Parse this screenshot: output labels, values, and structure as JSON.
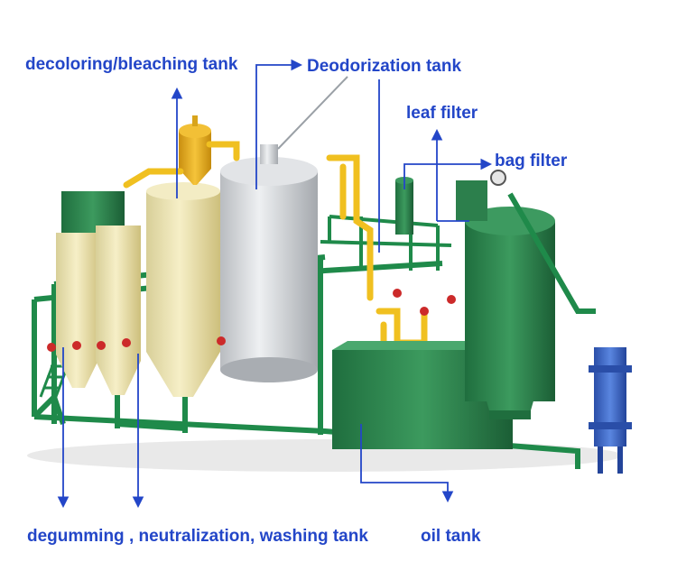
{
  "labels": {
    "decoloring": "decoloring/bleaching tank",
    "deodorization": "Deodorization tank",
    "leaf_filter": "leaf filter",
    "bag_filter": "bag filter",
    "degumming": "degumming , neutralization, washing tank",
    "oil_tank": "oil tank"
  },
  "colors": {
    "label": "#2346c8",
    "frame_green": "#1f8a4a",
    "tank_cream": "#efe6b4",
    "tank_yellow": "#e8b11e",
    "steel": "#d4d7da",
    "pipe_yellow": "#f0c020",
    "valve_red": "#cc2a2a",
    "filter_green": "#2f8a52",
    "cooler_blue": "#3a64c8"
  }
}
